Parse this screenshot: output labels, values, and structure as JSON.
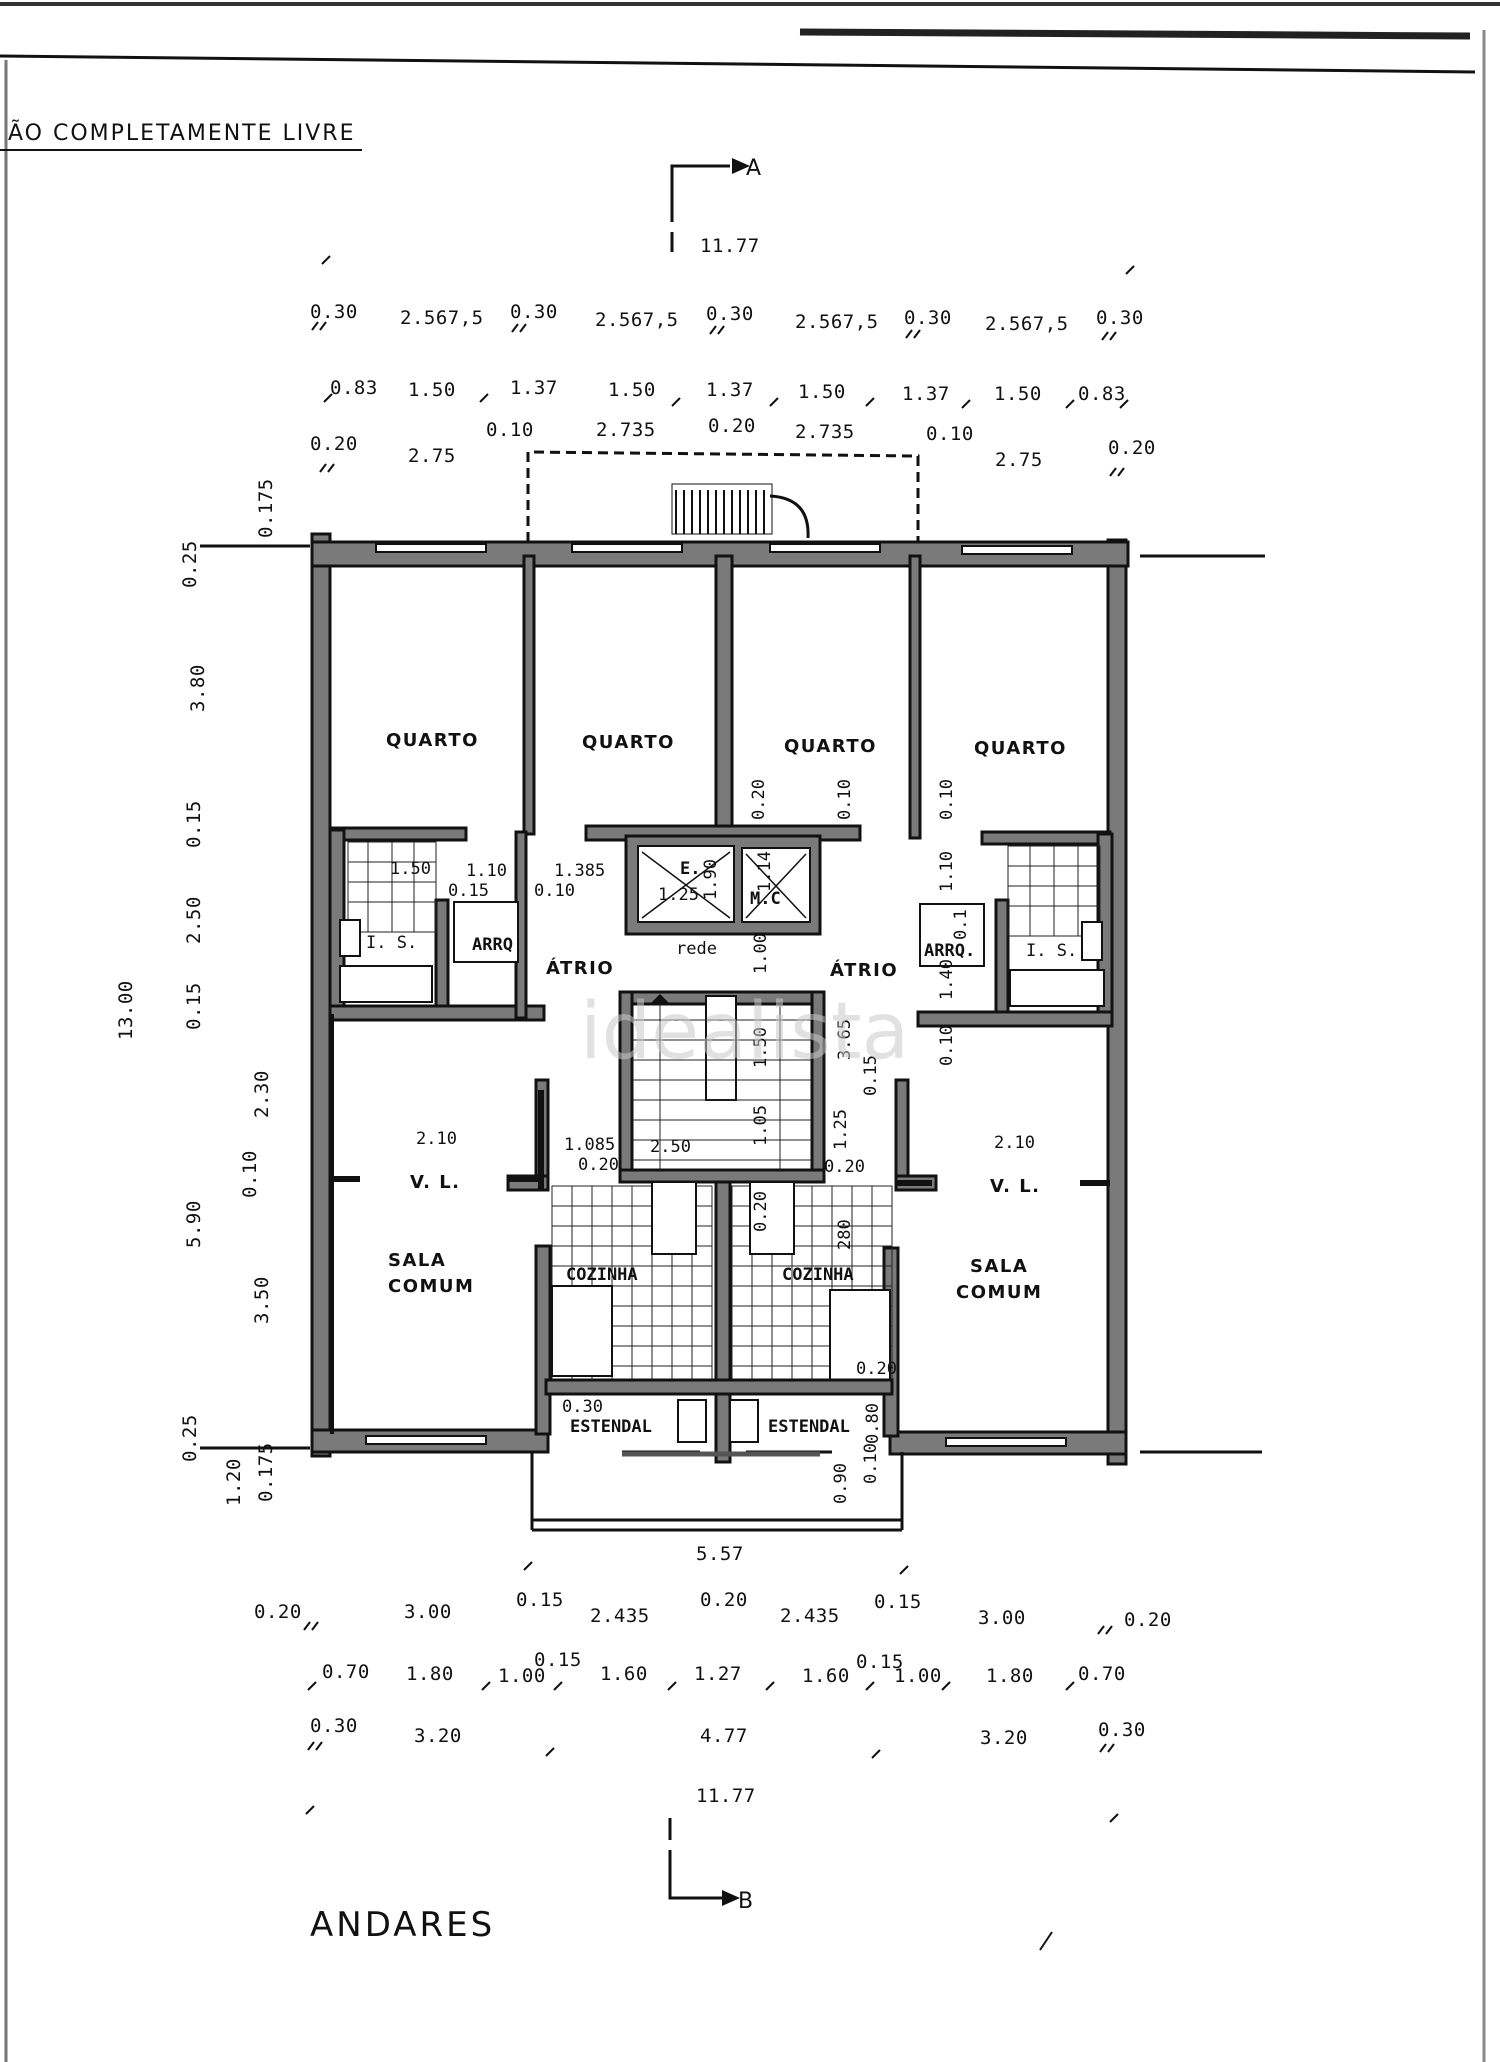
{
  "header": {
    "text": "ÃO COMPLETAMENTE LIVRE"
  },
  "title": "ANDARES",
  "section_marks": {
    "top": "A",
    "bottom": "B"
  },
  "watermark": "idealista",
  "rooms": {
    "quarto": "QUARTO",
    "sala_line1": "SALA",
    "sala_line2": "COMUM",
    "vl": "V. L.",
    "cozinha": "COZINHA",
    "estendal": "ESTENDAL",
    "atrio": "ÁTRIO",
    "is": "I. S.",
    "arrq": "ARRQ",
    "arrq2": "ARRQ.",
    "elev": "E.",
    "mc": "M.C",
    "rede": "rede"
  },
  "dims_top": {
    "total": "11.77",
    "row1": [
      "0.30",
      "2.567,5",
      "0.30",
      "2.567,5",
      "0.30",
      "2.567,5",
      "0.30",
      "2.567,5",
      "0.30"
    ],
    "row2": [
      "0.83",
      "1.50",
      "1.37",
      "1.50",
      "1.37",
      "1.50",
      "1.37",
      "1.50",
      "0.83"
    ],
    "row3": [
      "0.20",
      "2.75",
      "0.10",
      "2.735",
      "0.20",
      "2.735",
      "0.10",
      "2.75",
      "0.20"
    ]
  },
  "dims_bottom": {
    "mid": "5.57",
    "row1": [
      "0.20",
      "3.00",
      "0.15",
      "2.435",
      "0.20",
      "2.435",
      "0.15",
      "3.00",
      "0.20"
    ],
    "row2": [
      "0.70",
      "1.80",
      "1.00",
      "0.15",
      "1.60",
      "1.27",
      "1.60",
      "0.15",
      "1.00",
      "1.80",
      "0.70"
    ],
    "row3": [
      "0.30",
      "3.20",
      "4.77",
      "3.20",
      "0.30"
    ],
    "total": "11.77"
  },
  "dims_left": {
    "total": "13.00",
    "c1": [
      "0.25",
      "3.80",
      "0.15",
      "2.50",
      "0.15",
      "5.90",
      "0.25"
    ],
    "c2": [
      "0.175",
      "2.30",
      "0.10",
      "3.50",
      "1.20",
      "0.175"
    ]
  },
  "dims_inner": {
    "d1": "1.50",
    "d2": "1.10",
    "d3": "0.15",
    "d4": "1.385",
    "d5": "0.10",
    "d6": "1.25",
    "d7": "1.90",
    "d8": "1.14",
    "d9": "0.20",
    "d10": "0.10",
    "d11": "0.10",
    "d12": "1.10",
    "d13": "1.00",
    "d14": "0.1",
    "d15": "1.40",
    "d16": "0.10",
    "d17": "3.65",
    "d18": "1.50",
    "d19": "0.15",
    "d20": "2.10",
    "d21": "2.10",
    "d22": "1.085",
    "d23": "0.20",
    "d24": "2.50",
    "d25": "1.05",
    "d26": "1.25",
    "d27": "0.20",
    "d28": "0.20",
    "d29": "280",
    "d30": "0.20",
    "d31": "0.30",
    "d32": "0.80",
    "d33": "0.10",
    "d34": "0.90"
  }
}
